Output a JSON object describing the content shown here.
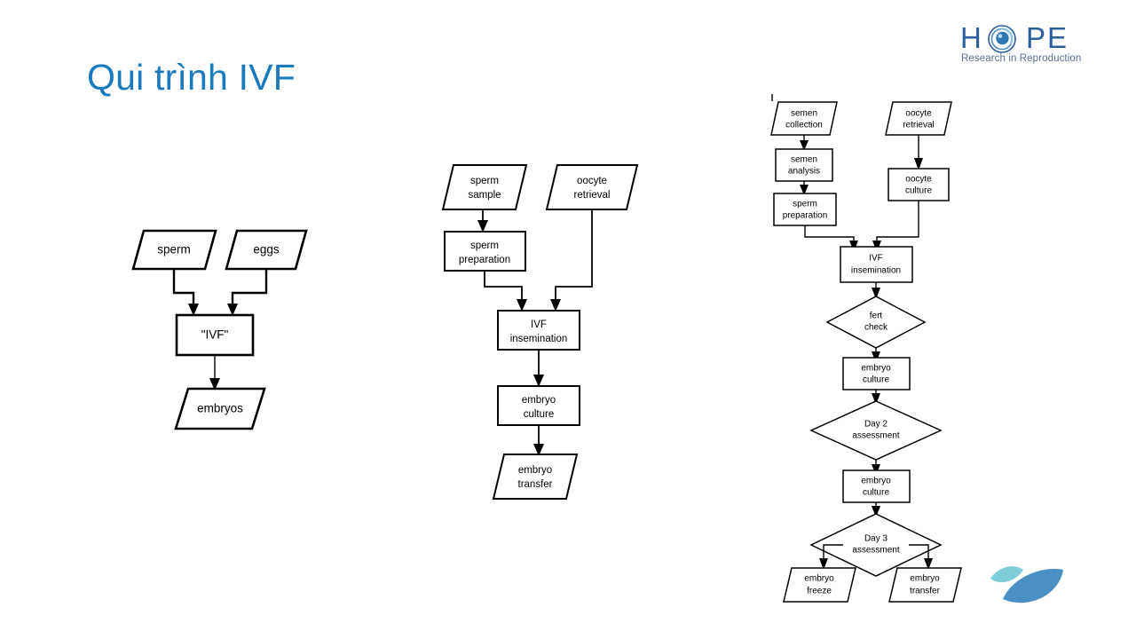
{
  "slide": {
    "title": "Qui trình IVF",
    "title_color": "#1b79bd",
    "background_color": "#ffffff"
  },
  "logo": {
    "name": "HOPE",
    "letters": {
      "h": "H",
      "p": "P",
      "e": "E"
    },
    "tagline": "Research in Reproduction",
    "text_color": "#2d5f9e",
    "tagline_color": "#5b6f93",
    "ovum_icon": "ovum-swirl-icon"
  },
  "corner_mark": {
    "icon": "leaf-petals-icon",
    "light_color": "#7fcdd6",
    "dark_color": "#4a90c4"
  },
  "diagrams": [
    {
      "id": "basic-ivf",
      "name": "basic-ivf-flowchart",
      "nodes": [
        {
          "id": "sperm",
          "label": "sperm",
          "shape": "parallelogram"
        },
        {
          "id": "eggs",
          "label": "eggs",
          "shape": "parallelogram"
        },
        {
          "id": "ivf",
          "label": "\"IVF\"",
          "shape": "rectangle"
        },
        {
          "id": "embryos",
          "label": "embryos",
          "shape": "parallelogram"
        }
      ],
      "edges": [
        {
          "from": "sperm",
          "to": "ivf"
        },
        {
          "from": "eggs",
          "to": "ivf"
        },
        {
          "from": "ivf",
          "to": "embryos"
        }
      ]
    },
    {
      "id": "standard-ivf",
      "name": "standard-ivf-flowchart",
      "nodes": [
        {
          "id": "sperm-sample",
          "label_line1": "sperm",
          "label_line2": "sample",
          "shape": "parallelogram"
        },
        {
          "id": "oocyte-retrieval",
          "label_line1": "oocyte",
          "label_line2": "retrieval",
          "shape": "parallelogram"
        },
        {
          "id": "sperm-preparation",
          "label_line1": "sperm",
          "label_line2": "preparation",
          "shape": "rectangle"
        },
        {
          "id": "ivf-insemination",
          "label_line1": "IVF",
          "label_line2": "insemination",
          "shape": "rectangle"
        },
        {
          "id": "embryo-culture",
          "label_line1": "embryo",
          "label_line2": "culture",
          "shape": "rectangle"
        },
        {
          "id": "embryo-transfer",
          "label_line1": "embryo",
          "label_line2": "transfer",
          "shape": "parallelogram"
        }
      ],
      "edges": [
        {
          "from": "sperm-sample",
          "to": "sperm-preparation"
        },
        {
          "from": "sperm-preparation",
          "to": "ivf-insemination"
        },
        {
          "from": "oocyte-retrieval",
          "to": "ivf-insemination"
        },
        {
          "from": "ivf-insemination",
          "to": "embryo-culture"
        },
        {
          "from": "embryo-culture",
          "to": "embryo-transfer"
        }
      ]
    },
    {
      "id": "detailed-ivf",
      "name": "detailed-ivf-flowchart",
      "nodes": [
        {
          "id": "semen-collection",
          "label_line1": "semen",
          "label_line2": "collection",
          "shape": "parallelogram"
        },
        {
          "id": "oocyte-retrieval-2",
          "label_line1": "oocyte",
          "label_line2": "retrieval",
          "shape": "parallelogram"
        },
        {
          "id": "semen-analysis",
          "label_line1": "semen",
          "label_line2": "analysis",
          "shape": "rectangle"
        },
        {
          "id": "oocyte-culture",
          "label_line1": "oocyte",
          "label_line2": "culture",
          "shape": "rectangle"
        },
        {
          "id": "sperm-preparation-2",
          "label_line1": "sperm",
          "label_line2": "preparation",
          "shape": "rectangle"
        },
        {
          "id": "ivf-insemination-2",
          "label_line1": "IVF",
          "label_line2": "insemination",
          "shape": "rectangle"
        },
        {
          "id": "fert-check",
          "label_line1": "fert",
          "label_line2": "check",
          "shape": "diamond"
        },
        {
          "id": "embryo-culture-d2",
          "label_line1": "embryo",
          "label_line2": "culture",
          "shape": "rectangle"
        },
        {
          "id": "day2-assessment",
          "label_line1": "Day 2",
          "label_line2": "assessment",
          "shape": "diamond"
        },
        {
          "id": "embryo-culture-d3",
          "label_line1": "embryo",
          "label_line2": "culture",
          "shape": "rectangle"
        },
        {
          "id": "day3-assessment",
          "label_line1": "Day 3",
          "label_line2": "assessment",
          "shape": "diamond"
        },
        {
          "id": "embryo-freeze",
          "label_line1": "embryo",
          "label_line2": "freeze",
          "shape": "parallelogram"
        },
        {
          "id": "embryo-transfer-2",
          "label_line1": "embryo",
          "label_line2": "transfer",
          "shape": "parallelogram"
        }
      ],
      "edges": [
        {
          "from": "semen-collection",
          "to": "semen-analysis"
        },
        {
          "from": "semen-analysis",
          "to": "sperm-preparation-2"
        },
        {
          "from": "sperm-preparation-2",
          "to": "ivf-insemination-2"
        },
        {
          "from": "oocyte-retrieval-2",
          "to": "oocyte-culture"
        },
        {
          "from": "oocyte-culture",
          "to": "ivf-insemination-2"
        },
        {
          "from": "ivf-insemination-2",
          "to": "fert-check"
        },
        {
          "from": "fert-check",
          "to": "embryo-culture-d2"
        },
        {
          "from": "embryo-culture-d2",
          "to": "day2-assessment"
        },
        {
          "from": "day2-assessment",
          "to": "embryo-culture-d3"
        },
        {
          "from": "embryo-culture-d3",
          "to": "day3-assessment"
        },
        {
          "from": "day3-assessment",
          "to": "embryo-freeze"
        },
        {
          "from": "day3-assessment",
          "to": "embryo-transfer-2"
        }
      ]
    }
  ]
}
